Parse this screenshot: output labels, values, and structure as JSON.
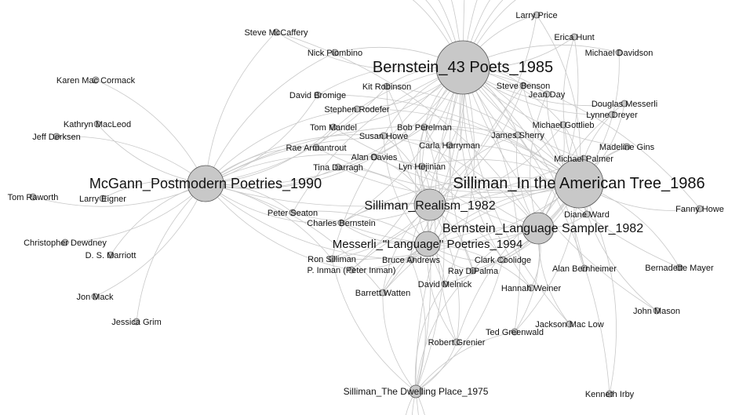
{
  "anthologies": [
    {
      "id": "bernstein43",
      "label": "Bernstein_43 Poets_1985",
      "size": "large"
    },
    {
      "id": "silliman_tree",
      "label": "Silliman_In the American Tree_1986",
      "size": "large"
    },
    {
      "id": "mcgann",
      "label": "McGann_Postmodern Poetries_1990",
      "size": "large"
    },
    {
      "id": "silliman_realism",
      "label": "Silliman_Realism_1982",
      "size": "large"
    },
    {
      "id": "bernstein_sampler",
      "label": "Bernstein_Language Sampler_1982",
      "size": "large"
    },
    {
      "id": "messerli",
      "label": "Messerli_\"Language\" Poetries_1994",
      "size": "medium"
    },
    {
      "id": "silliman_dwelling",
      "label": "Silliman_The Dwelling Place_1975",
      "size": "small"
    }
  ],
  "poets": [
    {
      "id": "larry_price",
      "label": "Larry Price"
    },
    {
      "id": "erica_hunt",
      "label": "Erica Hunt"
    },
    {
      "id": "steve_mccaffery",
      "label": "Steve McCaffery"
    },
    {
      "id": "nick_piombino",
      "label": "Nick Piombino"
    },
    {
      "id": "michael_davidson",
      "label": "Michael Davidson"
    },
    {
      "id": "karen_mac_cormack",
      "label": "Karen Mac Cormack"
    },
    {
      "id": "kit_robinson",
      "label": "Kit Robinson"
    },
    {
      "id": "steve_benson",
      "label": "Steve Benson"
    },
    {
      "id": "david_bromige",
      "label": "David Bromige"
    },
    {
      "id": "jean_day",
      "label": "Jean Day"
    },
    {
      "id": "douglas_messerli",
      "label": "Douglas Messerli"
    },
    {
      "id": "stephen_rodefer",
      "label": "Stephen Rodefer"
    },
    {
      "id": "lynne_dreyer",
      "label": "Lynne Dreyer"
    },
    {
      "id": "kathryn_macleod",
      "label": "Kathryn MacLeod"
    },
    {
      "id": "tom_mandel",
      "label": "Tom Mandel"
    },
    {
      "id": "bob_perelman",
      "label": "Bob Perelman"
    },
    {
      "id": "michael_gottlieb",
      "label": "Michael Gottlieb"
    },
    {
      "id": "jeff_derksen",
      "label": "Jeff Derksen"
    },
    {
      "id": "susan_howe",
      "label": "Susan Howe"
    },
    {
      "id": "james_sherry",
      "label": "James Sherry"
    },
    {
      "id": "rae_armantrout",
      "label": "Rae Armantrout"
    },
    {
      "id": "carla_harryman",
      "label": "Carla Harryman"
    },
    {
      "id": "madeline_gins",
      "label": "Madeline Gins"
    },
    {
      "id": "alan_davies",
      "label": "Alan Davies"
    },
    {
      "id": "michael_palmer",
      "label": "Michael Palmer"
    },
    {
      "id": "tina_darragh",
      "label": "Tina Darragh"
    },
    {
      "id": "lyn_hejinian",
      "label": "Lyn Hejinian"
    },
    {
      "id": "tom_raworth",
      "label": "Tom Raworth"
    },
    {
      "id": "larry_eigner",
      "label": "Larry Eigner"
    },
    {
      "id": "fanny_howe",
      "label": "Fanny Howe"
    },
    {
      "id": "diane_ward",
      "label": "Diane Ward"
    },
    {
      "id": "peter_seaton",
      "label": "Peter Seaton"
    },
    {
      "id": "charles_bernstein",
      "label": "Charles Bernstein"
    },
    {
      "id": "christopher_dewdney",
      "label": "Christopher Dewdney"
    },
    {
      "id": "ds_marriott",
      "label": "D. S. Marriott"
    },
    {
      "id": "ron_silliman",
      "label": "Ron Silliman"
    },
    {
      "id": "bruce_andrews",
      "label": "Bruce Andrews"
    },
    {
      "id": "clark_coolidge",
      "label": "Clark Coolidge"
    },
    {
      "id": "p_inman",
      "label": "P. Inman (Peter Inman)"
    },
    {
      "id": "ray_dipalma",
      "label": "Ray DiPalma"
    },
    {
      "id": "alan_bernheimer",
      "label": "Alan Bernheimer"
    },
    {
      "id": "bernadette_mayer",
      "label": "Bernadette Mayer"
    },
    {
      "id": "david_melnick",
      "label": "David Melnick"
    },
    {
      "id": "hannah_weiner",
      "label": "Hannah Weiner"
    },
    {
      "id": "jon_mack",
      "label": "Jon Mack"
    },
    {
      "id": "barrett_watten",
      "label": "Barrett Watten"
    },
    {
      "id": "john_mason",
      "label": "John Mason"
    },
    {
      "id": "jessica_grim",
      "label": "Jessica Grim"
    },
    {
      "id": "jackson_mac_low",
      "label": "Jackson Mac Low"
    },
    {
      "id": "ted_greenwald",
      "label": "Ted Greenwald"
    },
    {
      "id": "robert_grenier",
      "label": "Robert Grenier"
    },
    {
      "id": "kenneth_irby",
      "label": "Kenneth Irby"
    }
  ],
  "links": [
    [
      "mcgann",
      "steve_mccaffery"
    ],
    [
      "mcgann",
      "karen_mac_cormack"
    ],
    [
      "mcgann",
      "kathryn_macleod"
    ],
    [
      "mcgann",
      "jeff_derksen"
    ],
    [
      "mcgann",
      "tom_raworth"
    ],
    [
      "mcgann",
      "larry_eigner"
    ],
    [
      "mcgann",
      "christopher_dewdney"
    ],
    [
      "mcgann",
      "ds_marriott"
    ],
    [
      "mcgann",
      "jon_mack"
    ],
    [
      "mcgann",
      "jessica_grim"
    ],
    [
      "mcgann",
      "nick_piombino"
    ],
    [
      "mcgann",
      "david_bromige"
    ],
    [
      "mcgann",
      "stephen_rodefer"
    ],
    [
      "mcgann",
      "tom_mandel"
    ],
    [
      "mcgann",
      "rae_armantrout"
    ],
    [
      "mcgann",
      "tina_darragh"
    ],
    [
      "mcgann",
      "peter_seaton"
    ],
    [
      "mcgann",
      "charles_bernstein"
    ],
    [
      "mcgann",
      "ron_silliman"
    ],
    [
      "mcgann",
      "p_inman"
    ],
    [
      "mcgann",
      "barrett_watten"
    ],
    [
      "mcgann",
      "bob_perelman"
    ],
    [
      "mcgann",
      "susan_howe"
    ],
    [
      "mcgann",
      "alan_davies"
    ],
    [
      "mcgann",
      "lyn_hejinian"
    ],
    [
      "mcgann",
      "bruce_andrews"
    ],
    [
      "mcgann",
      "james_sherry"
    ],
    [
      "mcgann",
      "michael_palmer"
    ],
    [
      "mcgann",
      "carla_harryman"
    ],
    [
      "mcgann",
      "kit_robinson"
    ],
    [
      "bernstein43",
      "larry_price"
    ],
    [
      "bernstein43",
      "erica_hunt"
    ],
    [
      "bernstein43",
      "steve_mccaffery"
    ],
    [
      "bernstein43",
      "nick_piombino"
    ],
    [
      "bernstein43",
      "michael_davidson"
    ],
    [
      "bernstein43",
      "kit_robinson"
    ],
    [
      "bernstein43",
      "steve_benson"
    ],
    [
      "bernstein43",
      "david_bromige"
    ],
    [
      "bernstein43",
      "jean_day"
    ],
    [
      "bernstein43",
      "douglas_messerli"
    ],
    [
      "bernstein43",
      "stephen_rodefer"
    ],
    [
      "bernstein43",
      "lynne_dreyer"
    ],
    [
      "bernstein43",
      "tom_mandel"
    ],
    [
      "bernstein43",
      "bob_perelman"
    ],
    [
      "bernstein43",
      "michael_gottlieb"
    ],
    [
      "bernstein43",
      "susan_howe"
    ],
    [
      "bernstein43",
      "james_sherry"
    ],
    [
      "bernstein43",
      "rae_armantrout"
    ],
    [
      "bernstein43",
      "carla_harryman"
    ],
    [
      "bernstein43",
      "madeline_gins"
    ],
    [
      "bernstein43",
      "alan_davies"
    ],
    [
      "bernstein43",
      "michael_palmer"
    ],
    [
      "bernstein43",
      "tina_darragh"
    ],
    [
      "bernstein43",
      "lyn_hejinian"
    ],
    [
      "bernstein43",
      "diane_ward"
    ],
    [
      "bernstein43",
      "peter_seaton"
    ],
    [
      "bernstein43",
      "charles_bernstein"
    ],
    [
      "bernstein43",
      "ron_silliman"
    ],
    [
      "bernstein43",
      "bruce_andrews"
    ],
    [
      "bernstein43",
      "clark_coolidge"
    ],
    [
      "bernstein43",
      "p_inman"
    ],
    [
      "bernstein43",
      "ray_dipalma"
    ],
    [
      "bernstein43",
      "alan_bernheimer"
    ],
    [
      "bernstein43",
      "bernadette_mayer"
    ],
    [
      "bernstein43",
      "david_melnick"
    ],
    [
      "bernstein43",
      "hannah_weiner"
    ],
    [
      "bernstein43",
      "barrett_watten"
    ],
    [
      "bernstein43",
      "jackson_mac_low"
    ],
    [
      "bernstein43",
      "ted_greenwald"
    ],
    [
      "bernstein43",
      "robert_grenier"
    ],
    [
      "bernstein43",
      "kenneth_irby"
    ],
    [
      "bernstein43",
      "john_mason"
    ],
    [
      "bernstein43",
      "fanny_howe"
    ],
    [
      "silliman_tree",
      "kit_robinson"
    ],
    [
      "silliman_tree",
      "steve_benson"
    ],
    [
      "silliman_tree",
      "david_bromige"
    ],
    [
      "silliman_tree",
      "jean_day"
    ],
    [
      "silliman_tree",
      "stephen_rodefer"
    ],
    [
      "silliman_tree",
      "tom_mandel"
    ],
    [
      "silliman_tree",
      "bob_perelman"
    ],
    [
      "silliman_tree",
      "rae_armantrout"
    ],
    [
      "silliman_tree",
      "carla_harryman"
    ],
    [
      "silliman_tree",
      "alan_davies"
    ],
    [
      "silliman_tree",
      "michael_palmer"
    ],
    [
      "silliman_tree",
      "tina_darragh"
    ],
    [
      "silliman_tree",
      "lyn_hejinian"
    ],
    [
      "silliman_tree",
      "diane_ward"
    ],
    [
      "silliman_tree",
      "charles_bernstein"
    ],
    [
      "silliman_tree",
      "ron_silliman"
    ],
    [
      "silliman_tree",
      "bruce_andrews"
    ],
    [
      "silliman_tree",
      "clark_coolidge"
    ],
    [
      "silliman_tree",
      "p_inman"
    ],
    [
      "silliman_tree",
      "ray_dipalma"
    ],
    [
      "silliman_tree",
      "alan_bernheimer"
    ],
    [
      "silliman_tree",
      "david_melnick"
    ],
    [
      "silliman_tree",
      "barrett_watten"
    ],
    [
      "silliman_tree",
      "ted_greenwald"
    ],
    [
      "silliman_tree",
      "robert_grenier"
    ],
    [
      "silliman_tree",
      "lynne_dreyer"
    ],
    [
      "silliman_tree",
      "michael_gottlieb"
    ],
    [
      "silliman_tree",
      "james_sherry"
    ],
    [
      "silliman_tree",
      "michael_davidson"
    ],
    [
      "silliman_tree",
      "erica_hunt"
    ],
    [
      "silliman_tree",
      "larry_price"
    ],
    [
      "silliman_tree",
      "bernadette_mayer"
    ],
    [
      "silliman_tree",
      "fanny_howe"
    ],
    [
      "silliman_tree",
      "kenneth_irby"
    ],
    [
      "silliman_tree",
      "john_mason"
    ],
    [
      "silliman_tree",
      "madeline_gins"
    ],
    [
      "silliman_tree",
      "douglas_messerli"
    ],
    [
      "silliman_realism",
      "bob_perelman"
    ],
    [
      "silliman_realism",
      "susan_howe"
    ],
    [
      "silliman_realism",
      "carla_harryman"
    ],
    [
      "silliman_realism",
      "alan_davies"
    ],
    [
      "silliman_realism",
      "lyn_hejinian"
    ],
    [
      "silliman_realism",
      "charles_bernstein"
    ],
    [
      "silliman_realism",
      "ron_silliman"
    ],
    [
      "silliman_realism",
      "bruce_andrews"
    ],
    [
      "silliman_realism",
      "ray_dipalma"
    ],
    [
      "silliman_realism",
      "barrett_watten"
    ],
    [
      "silliman_realism",
      "kit_robinson"
    ],
    [
      "silliman_realism",
      "steve_benson"
    ],
    [
      "silliman_realism",
      "james_sherry"
    ],
    [
      "silliman_realism",
      "michael_gottlieb"
    ],
    [
      "silliman_realism",
      "peter_seaton"
    ],
    [
      "silliman_realism",
      "tina_darragh"
    ],
    [
      "silliman_realism",
      "clark_coolidge"
    ],
    [
      "silliman_realism",
      "david_melnick"
    ],
    [
      "silliman_realism",
      "robert_grenier"
    ],
    [
      "silliman_realism",
      "larry_price"
    ],
    [
      "bernstein_sampler",
      "james_sherry"
    ],
    [
      "bernstein_sampler",
      "michael_palmer"
    ],
    [
      "bernstein_sampler",
      "madeline_gins"
    ],
    [
      "bernstein_sampler",
      "diane_ward"
    ],
    [
      "bernstein_sampler",
      "clark_coolidge"
    ],
    [
      "bernstein_sampler",
      "ray_dipalma"
    ],
    [
      "bernstein_sampler",
      "hannah_weiner"
    ],
    [
      "bernstein_sampler",
      "jackson_mac_low"
    ],
    [
      "bernstein_sampler",
      "ted_greenwald"
    ],
    [
      "bernstein_sampler",
      "bruce_andrews"
    ],
    [
      "bernstein_sampler",
      "charles_bernstein"
    ],
    [
      "bernstein_sampler",
      "steve_mccaffery"
    ],
    [
      "bernstein_sampler",
      "bob_perelman"
    ],
    [
      "bernstein_sampler",
      "michael_gottlieb"
    ],
    [
      "bernstein_sampler",
      "lyn_hejinian"
    ],
    [
      "bernstein_sampler",
      "susan_howe"
    ],
    [
      "bernstein_sampler",
      "jean_day"
    ],
    [
      "bernstein_sampler",
      "erica_hunt"
    ],
    [
      "bernstein_sampler",
      "douglas_messerli"
    ],
    [
      "messerli",
      "ron_silliman"
    ],
    [
      "messerli",
      "bruce_andrews"
    ],
    [
      "messerli",
      "clark_coolidge"
    ],
    [
      "messerli",
      "p_inman"
    ],
    [
      "messerli",
      "ray_dipalma"
    ],
    [
      "messerli",
      "david_melnick"
    ],
    [
      "messerli",
      "barrett_watten"
    ],
    [
      "messerli",
      "charles_bernstein"
    ],
    [
      "messerli",
      "lyn_hejinian"
    ],
    [
      "messerli",
      "bob_perelman"
    ],
    [
      "messerli",
      "carla_harryman"
    ],
    [
      "messerli",
      "susan_howe"
    ],
    [
      "messerli",
      "robert_grenier"
    ],
    [
      "messerli",
      "hannah_weiner"
    ],
    [
      "messerli",
      "peter_seaton"
    ],
    [
      "silliman_dwelling",
      "barrett_watten"
    ],
    [
      "silliman_dwelling",
      "robert_grenier"
    ],
    [
      "silliman_dwelling",
      "ron_silliman"
    ],
    [
      "silliman_dwelling",
      "bruce_andrews"
    ],
    [
      "silliman_dwelling",
      "david_melnick"
    ],
    [
      "silliman_dwelling",
      "clark_coolidge"
    ],
    [
      "silliman_dwelling",
      "ted_greenwald"
    ],
    [
      "silliman_dwelling",
      "kit_robinson"
    ],
    [
      "silliman_dwelling",
      "steve_benson"
    ],
    [
      "silliman_dwelling",
      "bob_perelman"
    ],
    [
      "silliman_dwelling",
      "ray_dipalma"
    ]
  ]
}
